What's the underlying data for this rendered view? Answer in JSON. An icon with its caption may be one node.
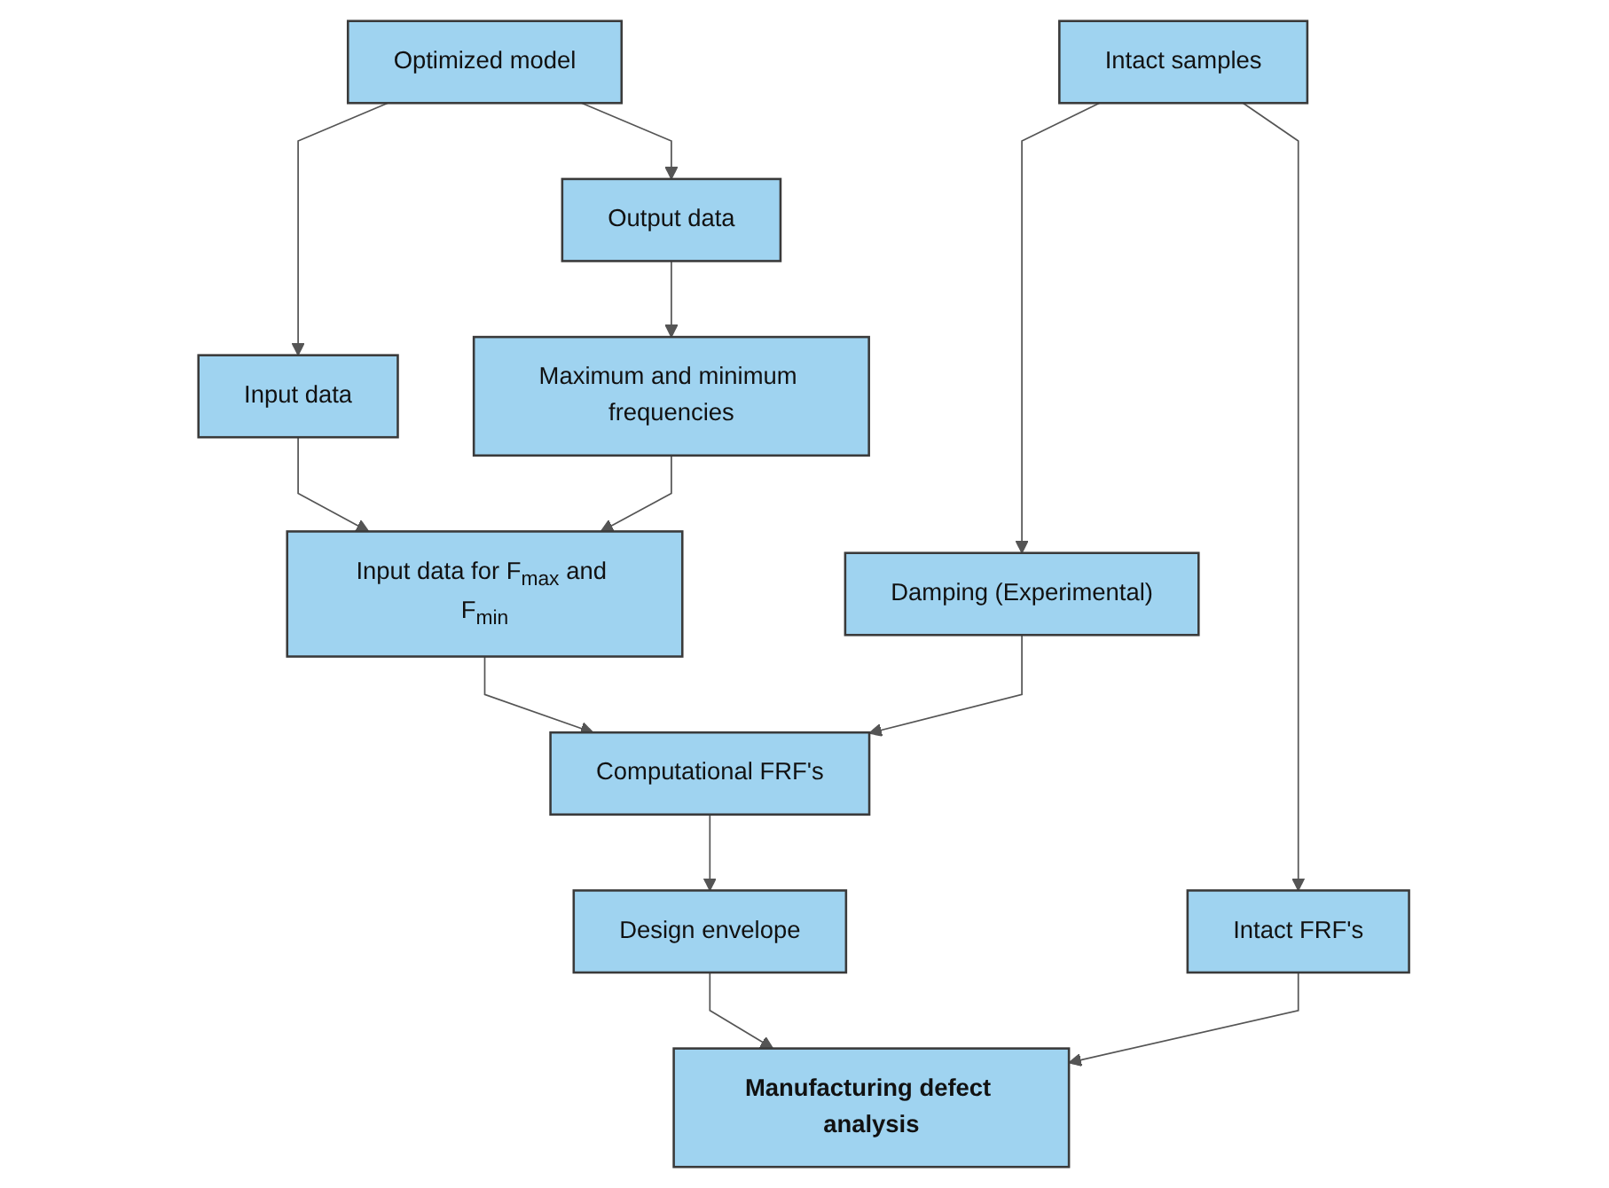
{
  "diagram": {
    "nodes": [
      {
        "text": [
          "Optimized model"
        ]
      },
      {
        "text": [
          "Intact samples"
        ]
      },
      {
        "text": [
          "Input data"
        ]
      },
      {
        "text": [
          "Output data"
        ]
      },
      {
        "text": [
          "Maximum and minimum frequencies"
        ]
      },
      {
        "text": [
          "Damping (Experimental)"
        ]
      },
      {
        "text": [
          "Intact FRF's"
        ]
      },
      {
        "text": [
          "Input data for F$_{max}$ and F$_{min}$"
        ]
      },
      {
        "text": [
          "Computational FRF's"
        ]
      },
      {
        "text": [
          "Design envelope"
        ]
      },
      {
        "text": [
          "Manufacturing defect analysis"
        ]
      }
    ],
    "edges": [
      {
        "from": 0,
        "to": 2,
        "arrow": "to"
      },
      {
        "from": 0,
        "to": 3,
        "arrow": "to"
      },
      {
        "from": 3,
        "to": 4,
        "arrow": "to"
      },
      {
        "from": 2,
        "to": 7,
        "arrow": "to"
      },
      {
        "from": 4,
        "to": 7,
        "arrow": "to"
      },
      {
        "from": 1,
        "to": 5,
        "arrow": "to"
      },
      {
        "from": 1,
        "to": 6,
        "arrow": "to"
      },
      {
        "from": 7,
        "to": 8,
        "arrow": "to"
      },
      {
        "from": 5,
        "to": 8,
        "arrow": "to"
      },
      {
        "from": 8,
        "to": 9,
        "arrow": "to"
      },
      {
        "from": 9,
        "to": 10,
        "arrow": "to"
      },
      {
        "from": 6,
        "to": 10,
        "arrow": "to"
      }
    ]
  }
}
